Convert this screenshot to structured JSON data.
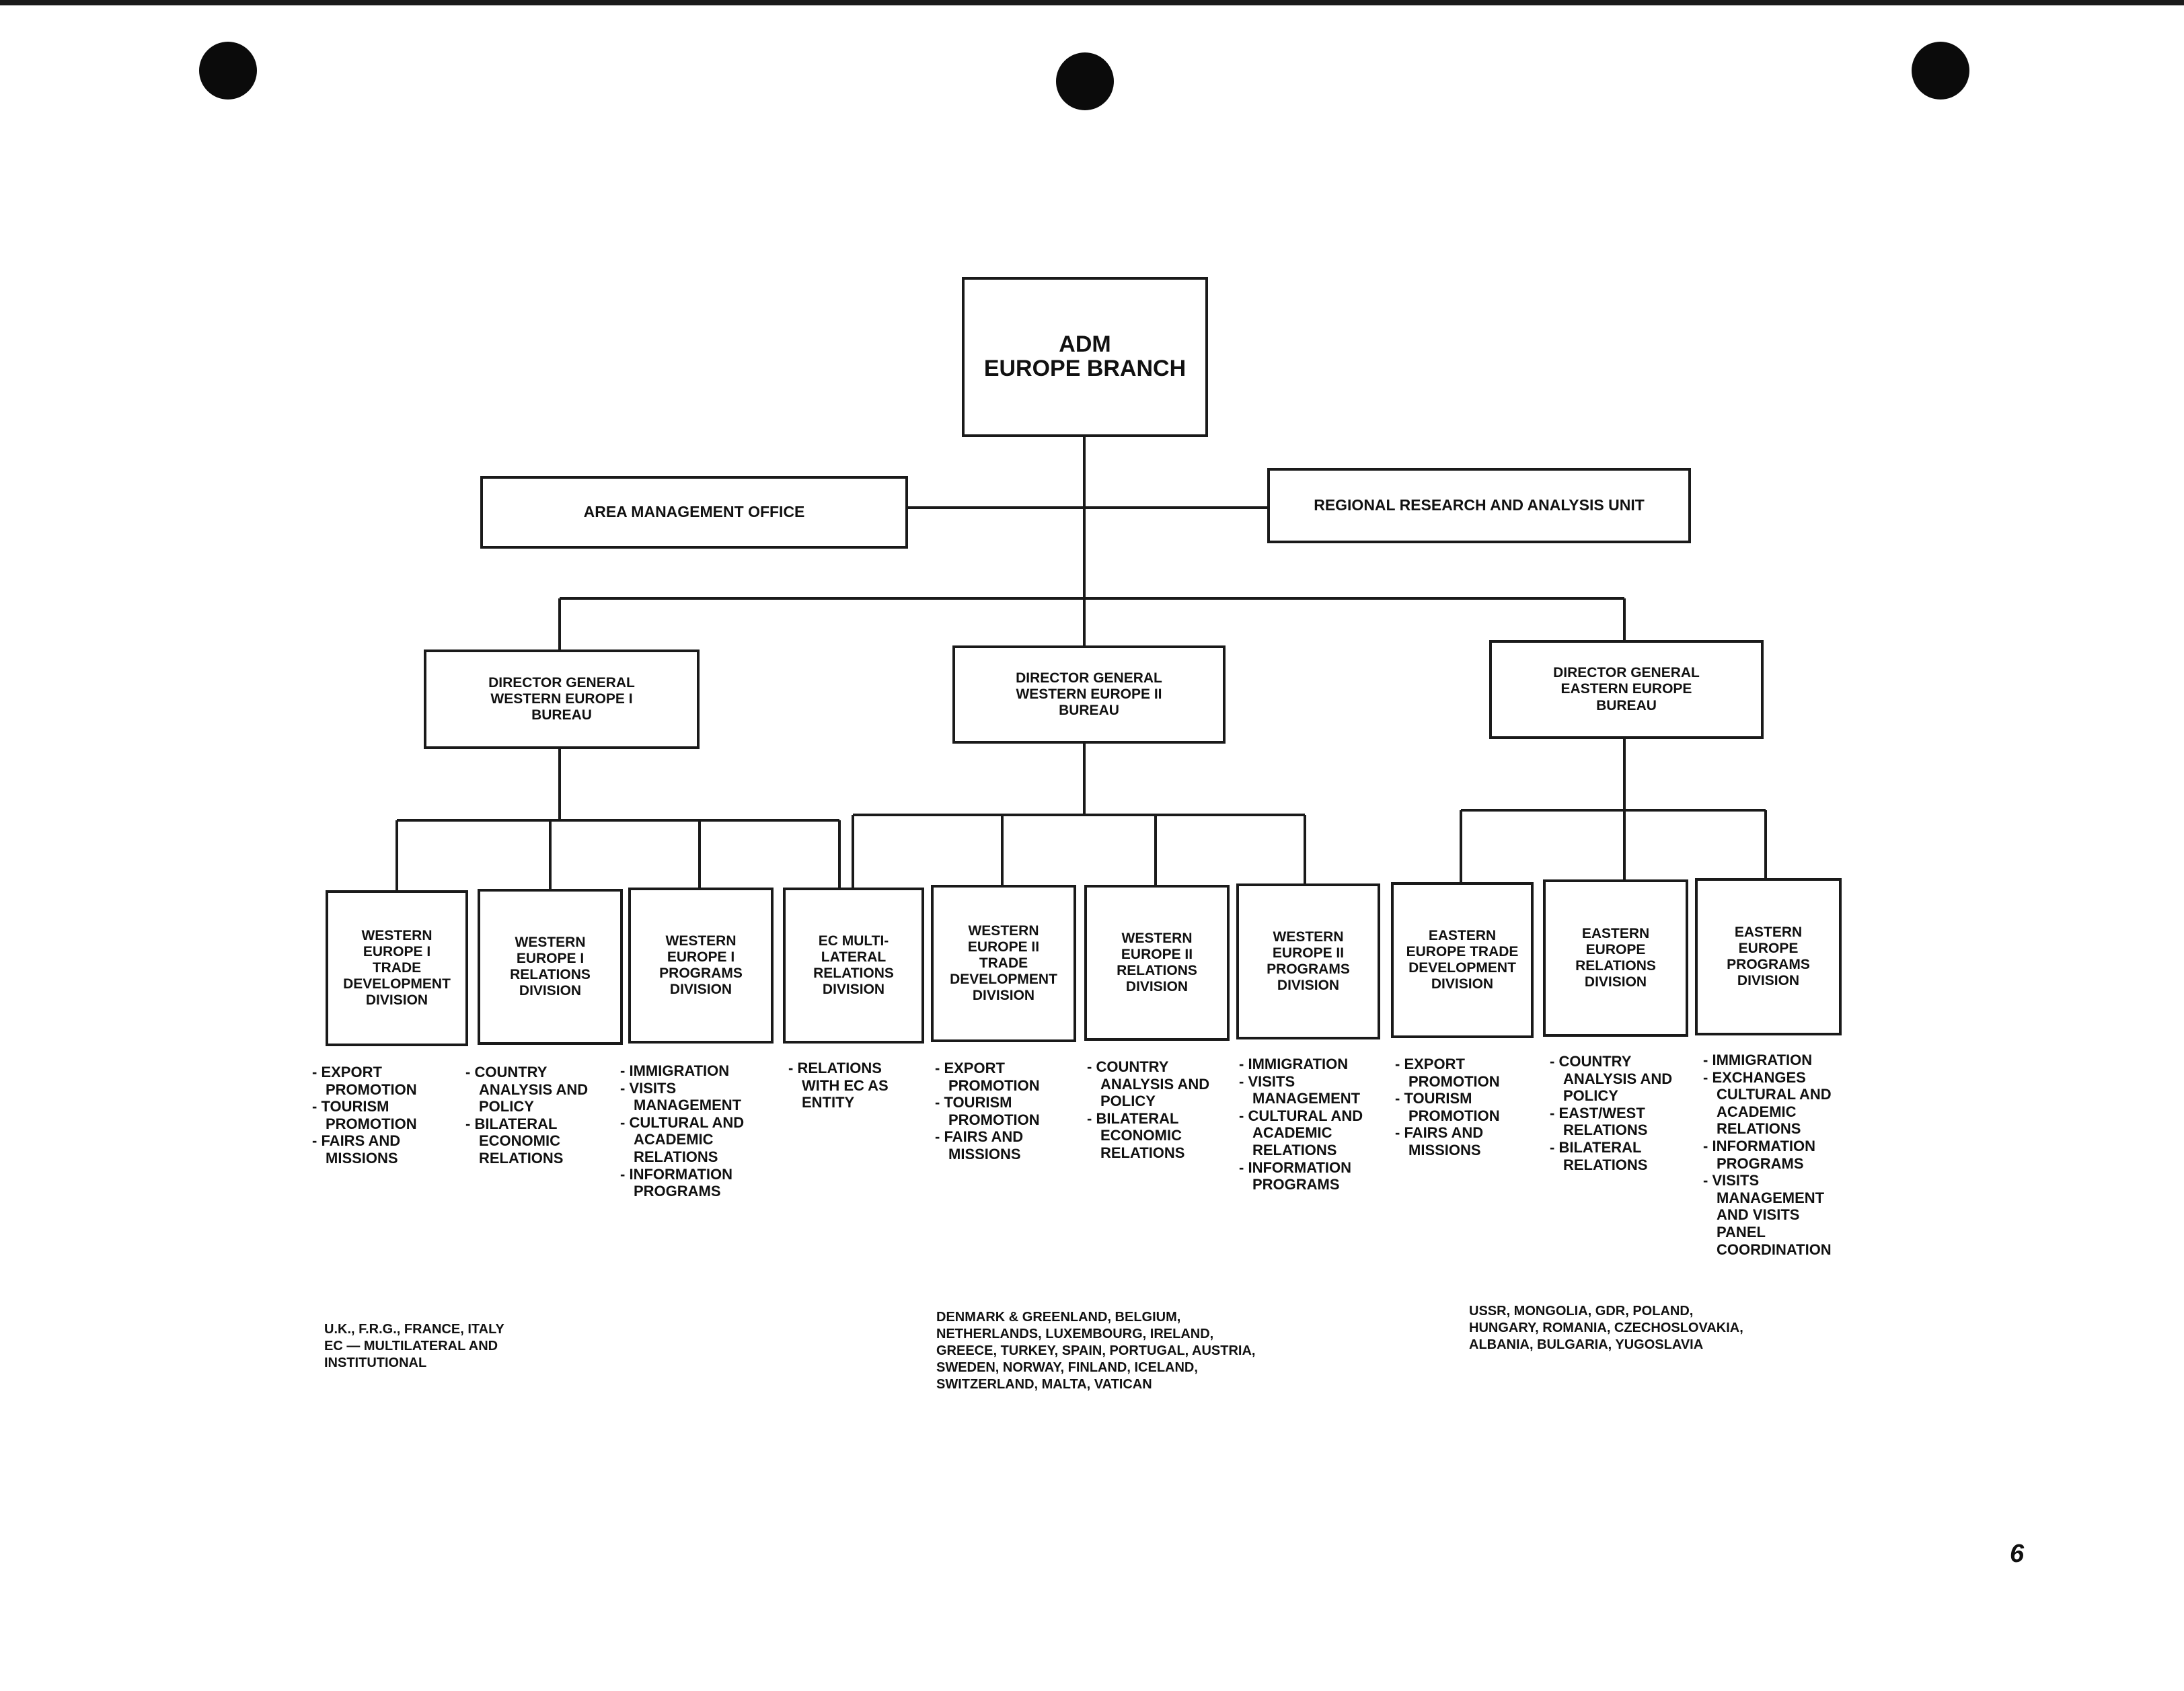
{
  "chart": {
    "root": {
      "label": "ADM\nEUROPE BRANCH"
    },
    "staff": [
      {
        "label": "AREA MANAGEMENT OFFICE"
      },
      {
        "label": "REGIONAL RESEARCH AND ANALYSIS UNIT"
      }
    ],
    "bureaus": [
      {
        "label": "DIRECTOR GENERAL\nWESTERN EUROPE I\nBUREAU",
        "countries": "U.K., F.R.G., FRANCE, ITALY\nEC — MULTILATERAL AND\nINSTITUTIONAL"
      },
      {
        "label": "DIRECTOR GENERAL\nWESTERN EUROPE II\nBUREAU",
        "countries": "DENMARK & GREENLAND, BELGIUM,\nNETHERLANDS, LUXEMBOURG, IRELAND,\nGREECE, TURKEY, SPAIN, PORTUGAL, AUSTRIA,\nSWEDEN, NORWAY, FINLAND, ICELAND,\nSWITZERLAND, MALTA, VATICAN"
      },
      {
        "label": "DIRECTOR GENERAL\nEASTERN EUROPE\nBUREAU",
        "countries": "USSR, MONGOLIA, GDR, POLAND,\nHUNGARY, ROMANIA, CZECHOSLOVAKIA,\nALBANIA, BULGARIA, YUGOSLAVIA"
      }
    ],
    "divisions": [
      {
        "label": "WESTERN\nEUROPE I\nTRADE\nDEVELOPMENT\nDIVISION",
        "items": [
          "EXPORT\nPROMOTION",
          "TOURISM\nPROMOTION",
          "FAIRS AND\nMISSIONS"
        ]
      },
      {
        "label": "WESTERN\nEUROPE I\nRELATIONS\nDIVISION",
        "items": [
          "COUNTRY\nANALYSIS AND\nPOLICY",
          "BILATERAL\nECONOMIC\nRELATIONS"
        ]
      },
      {
        "label": "WESTERN\nEUROPE I\nPROGRAMS\nDIVISION",
        "items": [
          "IMMIGRATION",
          "VISITS\nMANAGEMENT",
          "CULTURAL AND\nACADEMIC\nRELATIONS",
          "INFORMATION\nPROGRAMS"
        ]
      },
      {
        "label": "EC MULTI-\nLATERAL\nRELATIONS\nDIVISION",
        "items": [
          "RELATIONS\nWITH EC AS\nENTITY"
        ]
      },
      {
        "label": "WESTERN\nEUROPE II\nTRADE\nDEVELOPMENT\nDIVISION",
        "items": [
          "EXPORT\nPROMOTION",
          "TOURISM\nPROMOTION",
          "FAIRS AND\nMISSIONS"
        ]
      },
      {
        "label": "WESTERN\nEUROPE II\nRELATIONS\nDIVISION",
        "items": [
          "COUNTRY\nANALYSIS AND\nPOLICY",
          "BILATERAL\nECONOMIC\nRELATIONS"
        ]
      },
      {
        "label": "WESTERN\nEUROPE II\nPROGRAMS\nDIVISION",
        "items": [
          "IMMIGRATION",
          "VISITS\nMANAGEMENT",
          "CULTURAL AND\nACADEMIC\nRELATIONS",
          "INFORMATION\nPROGRAMS"
        ]
      },
      {
        "label": "EASTERN\nEUROPE TRADE\nDEVELOPMENT\nDIVISION",
        "items": [
          "EXPORT\nPROMOTION",
          "TOURISM\nPROMOTION",
          "FAIRS AND\nMISSIONS"
        ]
      },
      {
        "label": "EASTERN\nEUROPE\nRELATIONS\nDIVISION",
        "items": [
          "COUNTRY\nANALYSIS AND\nPOLICY",
          "EAST/WEST\nRELATIONS",
          "BILATERAL\nRELATIONS"
        ]
      },
      {
        "label": "EASTERN\nEUROPE\nPROGRAMS\nDIVISION",
        "items": [
          "IMMIGRATION",
          "EXCHANGES\nCULTURAL AND\nACADEMIC\nRELATIONS",
          "INFORMATION\nPROGRAMS",
          "VISITS\nMANAGEMENT\nAND VISITS\nPANEL\nCOORDINATION"
        ]
      }
    ]
  },
  "page_number": "6"
}
